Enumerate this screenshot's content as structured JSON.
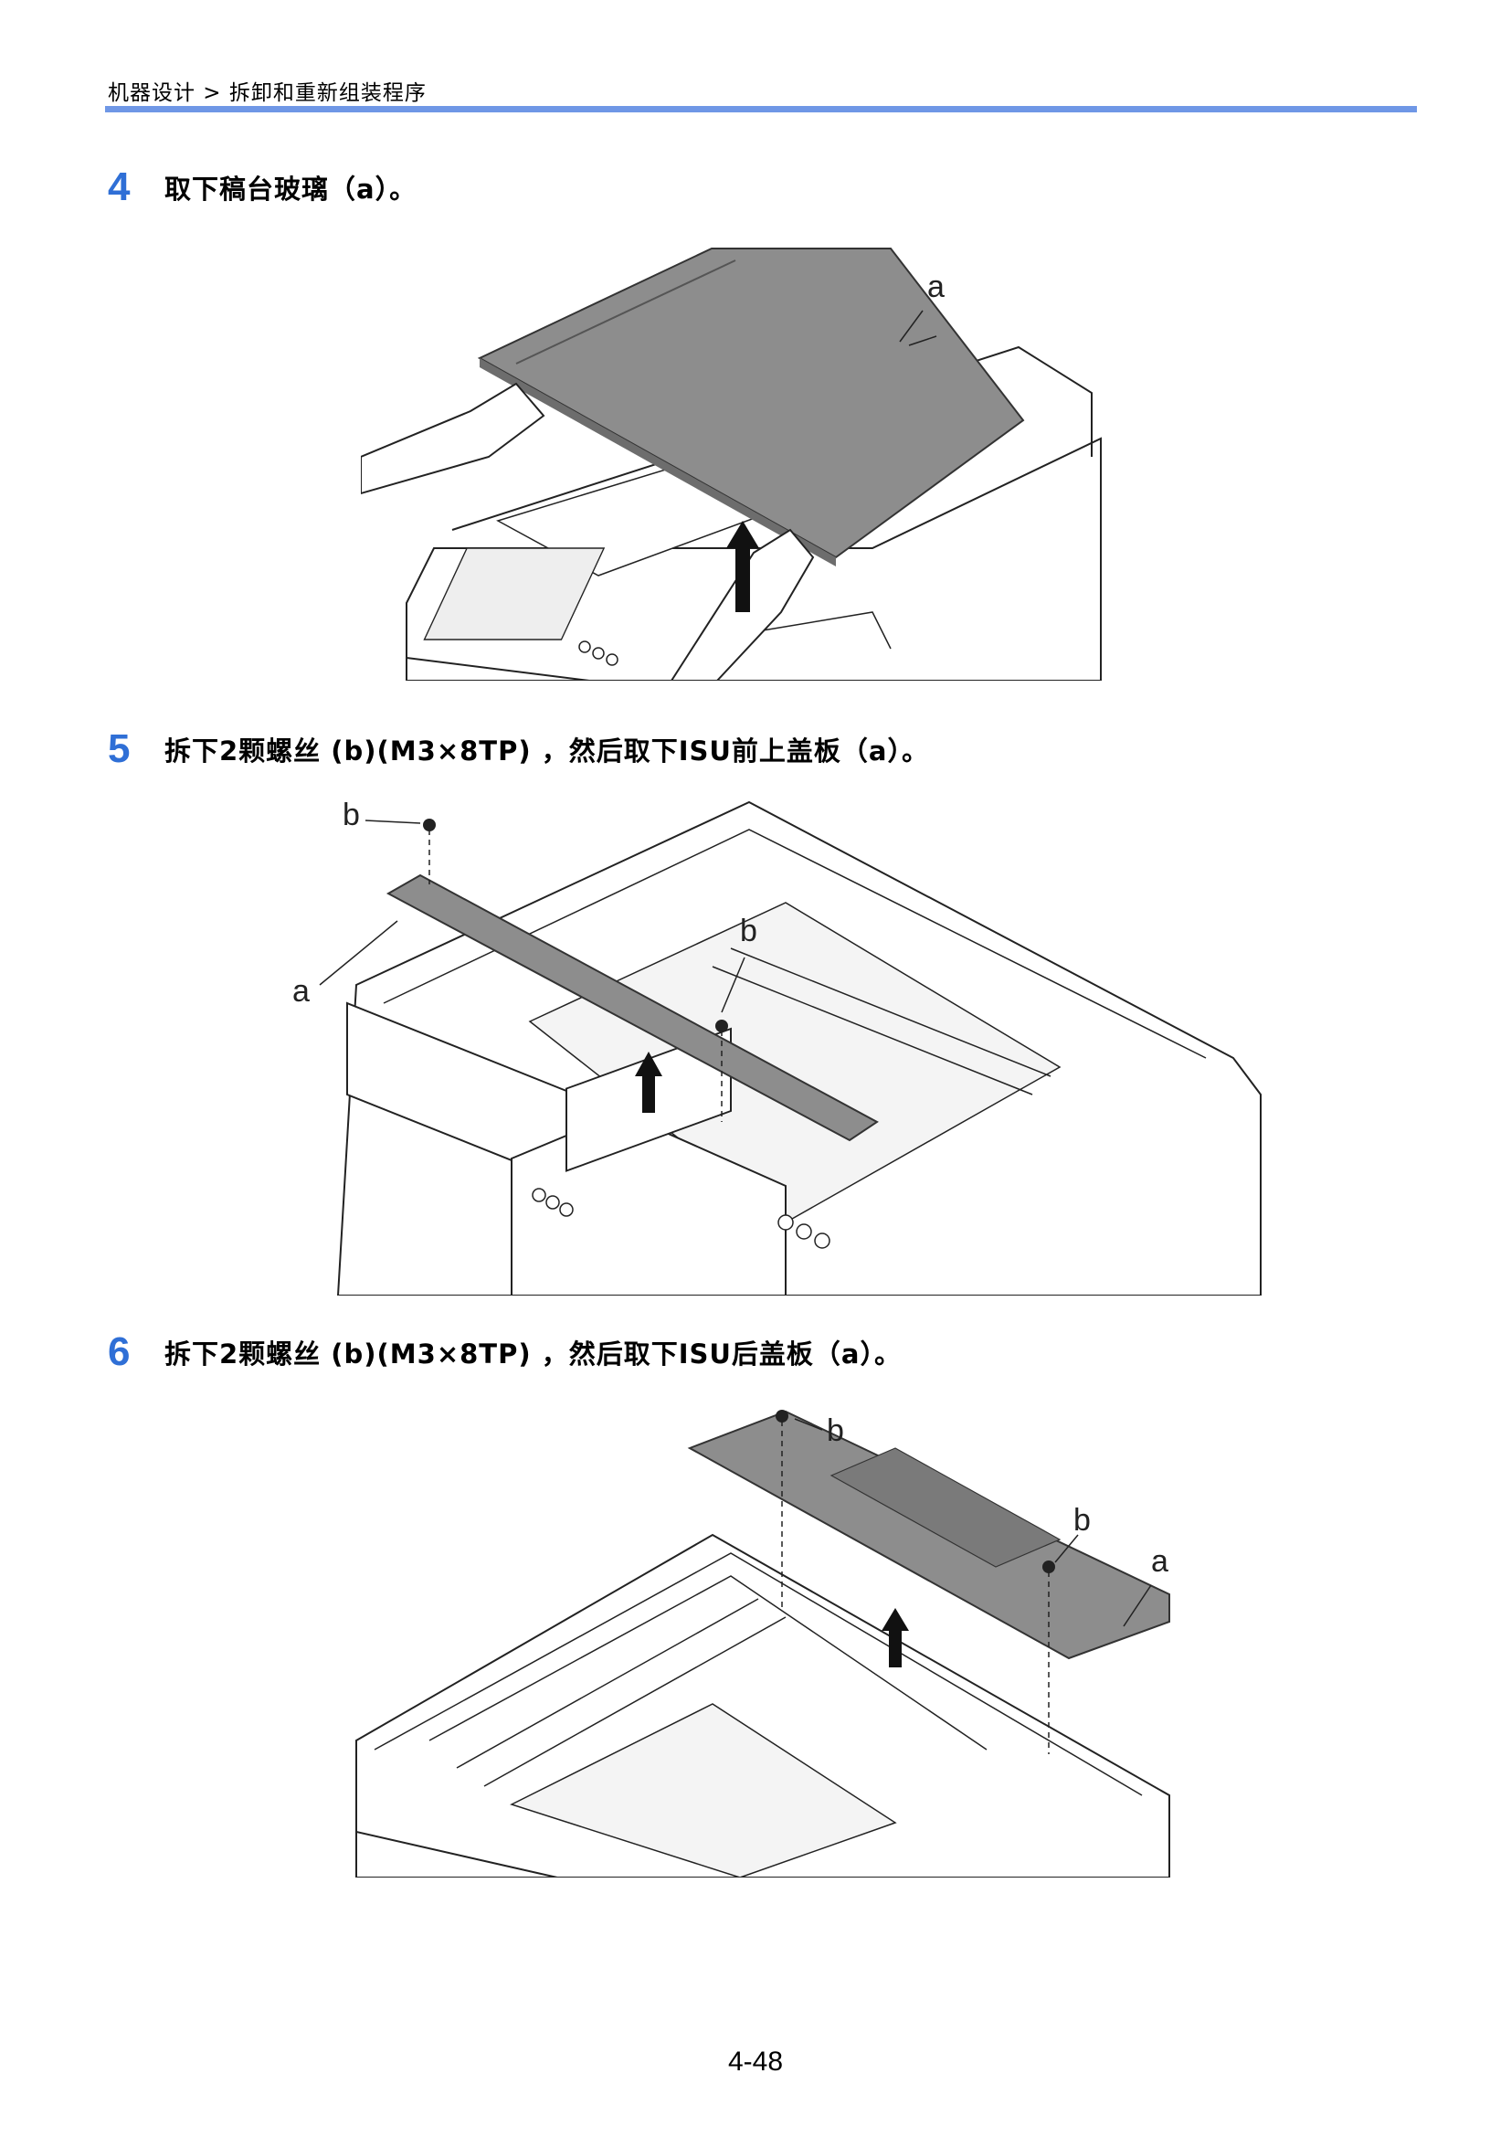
{
  "header": {
    "breadcrumb": "机器设计 > 拆卸和重新组装程序"
  },
  "steps": [
    {
      "number": "4",
      "text": "取下稿台玻璃（a）。",
      "labels": {
        "a": "a"
      }
    },
    {
      "number": "5",
      "text": "拆下2颗螺丝 (b)(M3×8TP) ，然后取下ISU前上盖板（a）。",
      "labels": {
        "a": "a",
        "b1": "b",
        "b2": "b"
      }
    },
    {
      "number": "6",
      "text": "拆下2颗螺丝 (b)(M3×8TP) ，然后取下ISU后盖板（a）。",
      "labels": {
        "a": "a",
        "b1": "b",
        "b2": "b"
      }
    }
  ],
  "footer": {
    "page_number": "4-48"
  }
}
